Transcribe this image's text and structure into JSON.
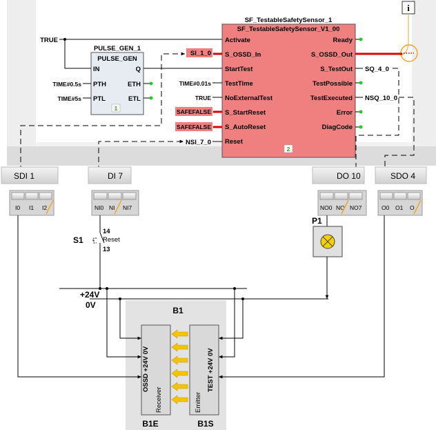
{
  "info_icon": "i",
  "input_true": "TRUE",
  "pulse_gen": {
    "instance": "PULSE_GEN_1",
    "type": "PULSE_GEN",
    "inputs": [
      "IN",
      "PTH",
      "PTL"
    ],
    "outputs": [
      "Q",
      "ETH",
      "ETL"
    ],
    "pth_value": "TIME#0.5s",
    "ptl_value": "TIME#5s",
    "index": "1"
  },
  "safety_block": {
    "instance": "SF_TestableSafetySensor_1",
    "type": "SF_TestableSafetySensor_V1_00",
    "inputs": [
      "Activate",
      "S_OSSD_In",
      "StartTest",
      "TestTime",
      "NoExternalTest",
      "S_StartReset",
      "S_AutoReset",
      "Reset"
    ],
    "outputs": [
      "Ready",
      "S_OSSD_Out",
      "S_TestOut",
      "TestPossible",
      "TestExecuted",
      "Error",
      "DiagCode"
    ],
    "input_values": {
      "s_ossd_in": "SI_1_0",
      "test_time": "TIME#0.01s",
      "no_external_test": "TRUE",
      "s_start_reset": "SAFEFALSE",
      "s_auto_reset": "SAFEFALSE",
      "reset": "NSI_7_0"
    },
    "output_values": {
      "s_test_out": "SQ_4_0",
      "test_executed": "NSQ_10_0"
    },
    "index": "2"
  },
  "modules": [
    {
      "name": "SDI 1",
      "terminals": [
        "I0",
        "I1",
        "I2"
      ]
    },
    {
      "name": "DI 7",
      "terminals": [
        "NI0",
        "NI",
        "NI7"
      ]
    },
    {
      "name": "DO 10",
      "terminals": [
        "NO0",
        "NO",
        "NO7"
      ]
    },
    {
      "name": "SDO 4",
      "terminals": [
        "O0",
        "O1",
        "O"
      ]
    }
  ],
  "switch": {
    "label": "S1",
    "pin_top": "14",
    "pin_bottom": "13",
    "text": "Reset"
  },
  "lamp_label": "P1",
  "supply": {
    "plus": "+24V",
    "zero": "0V"
  },
  "sensor": {
    "title": "B1",
    "receiver_pins": "OSSD +24V 0V",
    "receiver_name": "Receiver",
    "emitter_pins": "TEST +24V 0V",
    "emitter_name": "Emitter",
    "receiver_tag": "B1E",
    "emitter_tag": "B1S"
  },
  "colors": {
    "safety_block_fill": "#f08080",
    "safety_signal": "#e00000",
    "status_dot": "#22cc22",
    "beam_arrow": "#f5c400",
    "pulse_block_fill": "#e6ecf2"
  }
}
